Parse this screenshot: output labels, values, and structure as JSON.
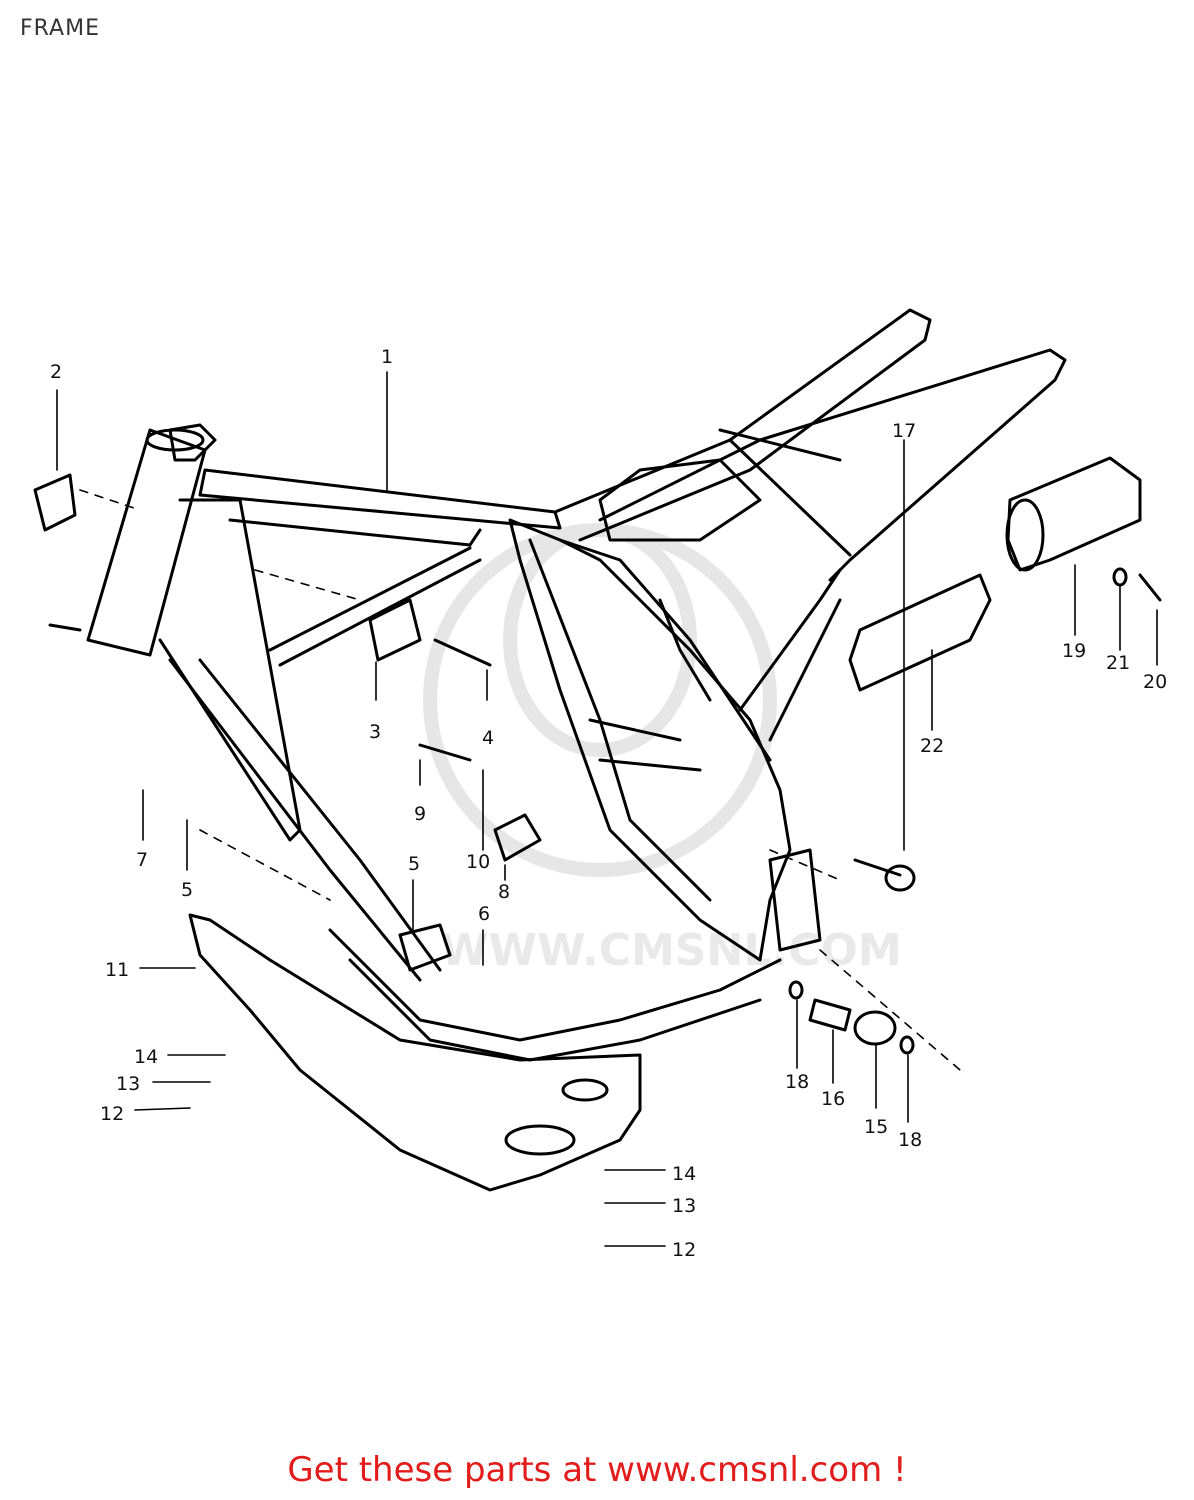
{
  "header": {
    "title": "FRAME"
  },
  "footer": {
    "text": "Get these parts at www.cmsnl.com !"
  },
  "callouts": [
    {
      "key": "c1",
      "label": "1"
    },
    {
      "key": "c2",
      "label": "2"
    },
    {
      "key": "c3",
      "label": "3"
    },
    {
      "key": "c4",
      "label": "4"
    },
    {
      "key": "c5a",
      "label": "5"
    },
    {
      "key": "c5b",
      "label": "5"
    },
    {
      "key": "c6",
      "label": "6"
    },
    {
      "key": "c7",
      "label": "7"
    },
    {
      "key": "c8",
      "label": "8"
    },
    {
      "key": "c9",
      "label": "9"
    },
    {
      "key": "c10",
      "label": "10"
    },
    {
      "key": "c11",
      "label": "11"
    },
    {
      "key": "c12a",
      "label": "12"
    },
    {
      "key": "c12b",
      "label": "12"
    },
    {
      "key": "c13a",
      "label": "13"
    },
    {
      "key": "c13b",
      "label": "13"
    },
    {
      "key": "c14a",
      "label": "14"
    },
    {
      "key": "c14b",
      "label": "14"
    },
    {
      "key": "c15",
      "label": "15"
    },
    {
      "key": "c16",
      "label": "16"
    },
    {
      "key": "c17",
      "label": "17"
    },
    {
      "key": "c18a",
      "label": "18"
    },
    {
      "key": "c18b",
      "label": "18"
    },
    {
      "key": "c19",
      "label": "19"
    },
    {
      "key": "c20",
      "label": "20"
    },
    {
      "key": "c21",
      "label": "21"
    },
    {
      "key": "c22",
      "label": "22"
    }
  ],
  "watermark": {
    "text": "WWW.CMSNL.COM"
  }
}
